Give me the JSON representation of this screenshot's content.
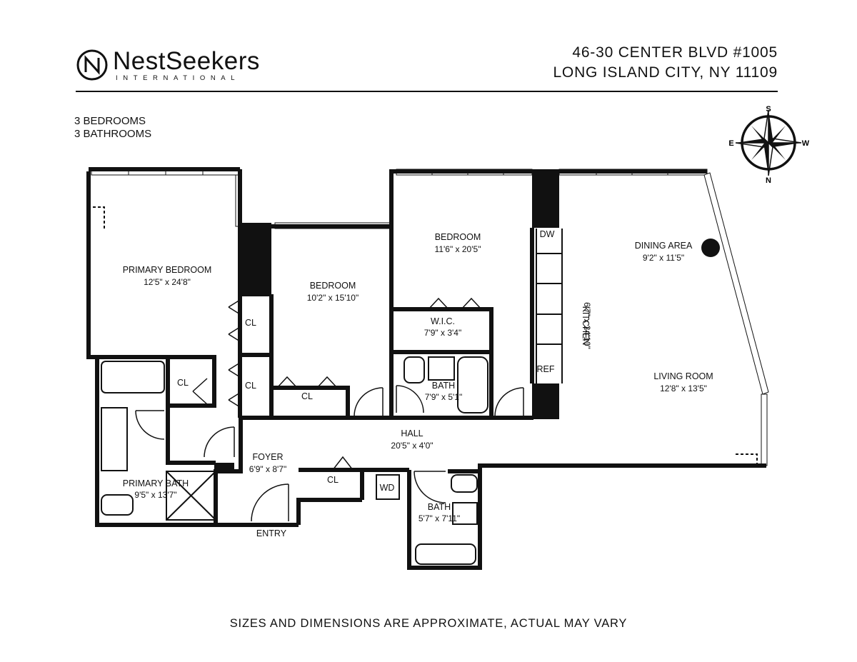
{
  "brand": {
    "name": "NestSeekers",
    "tagline": "INTERNATIONAL"
  },
  "address": {
    "line1": "46-30 CENTER BLVD #1005",
    "line2": "LONG ISLAND CITY, NY 11109"
  },
  "summary": {
    "bedrooms": "3 BEDROOMS",
    "bathrooms": "3 BATHROOMS"
  },
  "compass": {
    "north": "N",
    "south": "S",
    "east": "E",
    "west": "W"
  },
  "rooms": {
    "primary_bedroom": {
      "name": "PRIMARY BEDROOM",
      "dims": "12'5\" x 24'8\""
    },
    "bedroom_2": {
      "name": "BEDROOM",
      "dims": "10'2\" x 15'10\""
    },
    "bedroom_3": {
      "name": "BEDROOM",
      "dims": "11'6\" x 20'5\""
    },
    "wic": {
      "name": "W.I.C.",
      "dims": "7'9\" x 3'4\""
    },
    "bath_middle": {
      "name": "BATH",
      "dims": "7'9\" x 5'1\""
    },
    "bath_lower": {
      "name": "BATH",
      "dims": "5'7\" x 7'11\""
    },
    "primary_bath": {
      "name": "PRIMARY BATH",
      "dims": "9'5\" x 13'7\""
    },
    "foyer": {
      "name": "FOYER",
      "dims": "6'9\" x 8'7\""
    },
    "hall": {
      "name": "HALL",
      "dims": "20'5\" x 4'0\""
    },
    "kitchen": {
      "name": "KITCHEN",
      "dims": "6'7\" x 24'10\""
    },
    "dining_area": {
      "name": "DINING AREA",
      "dims": "9'2\" x 11'5\""
    },
    "living_room": {
      "name": "LIVING ROOM",
      "dims": "12'8\" x 13'5\""
    }
  },
  "fixtures": {
    "closet": "CL",
    "dishwasher": "DW",
    "refrigerator": "REF",
    "washer_dryer": "WD",
    "entry": "ENTRY"
  },
  "disclaimer": "SIZES AND DIMENSIONS ARE APPROXIMATE, ACTUAL MAY VARY"
}
